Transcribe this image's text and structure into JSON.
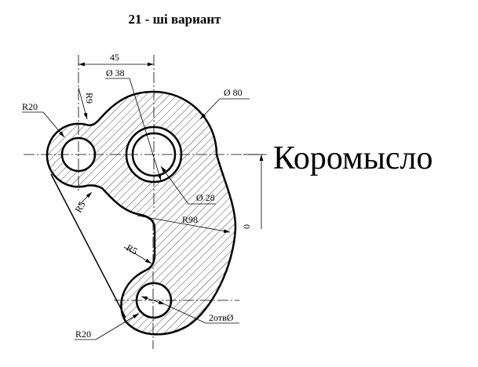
{
  "title": "21 - ші  вариант",
  "part_name": "Коромысло",
  "dimensions": {
    "d45": "45",
    "d38": "Ø 38",
    "d80": "Ø 80",
    "r20_top": "R20",
    "r9": "R9",
    "d28": "Ø 28",
    "r5_left": "R5",
    "r98": "R98",
    "r5_mid": "R5",
    "r20_bottom": "R20",
    "holes": "2отвØ",
    "v40": "0"
  },
  "colors": {
    "line": "#000000",
    "background": "#ffffff"
  }
}
